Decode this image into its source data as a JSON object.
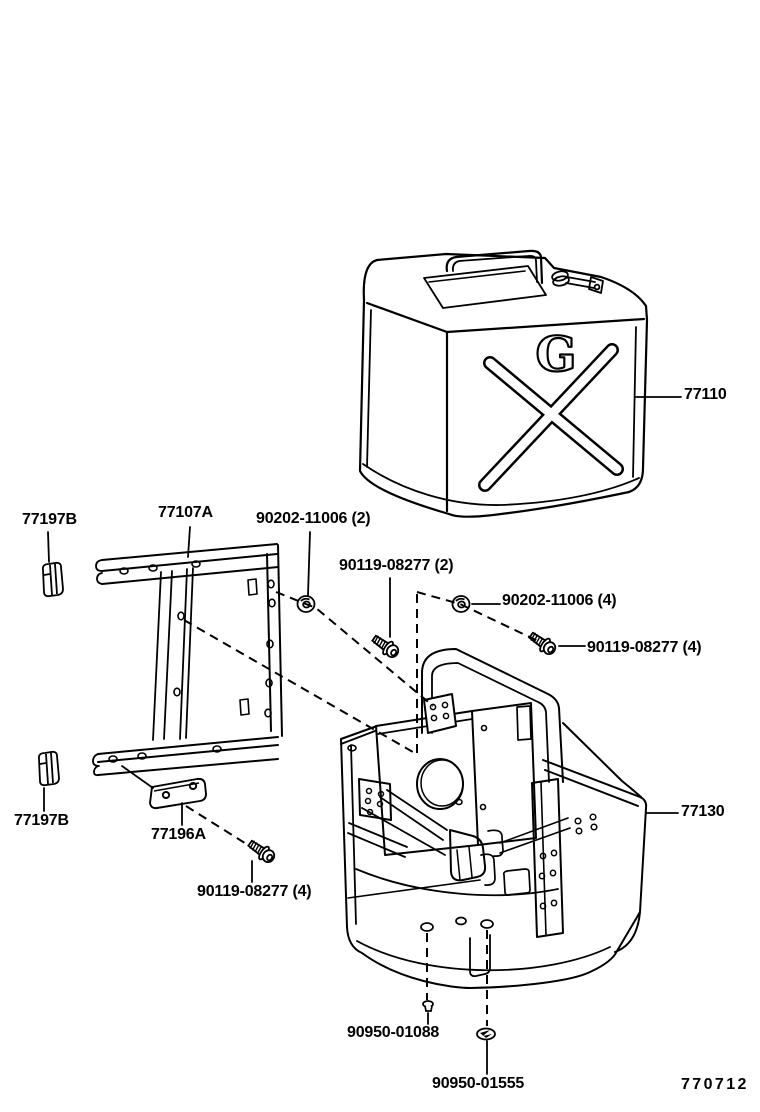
{
  "figure": {
    "number": "770712",
    "can_marking": "G"
  },
  "part_labels": {
    "fuel_can": "77110",
    "mounting_frame": "77107A",
    "carrier": "77130",
    "clip_upper": "77197B",
    "clip_lower": "77197B",
    "support_bracket": "77196A",
    "nut_pair": "90202-11006 (2)",
    "nut_quad": "90202-11006 (4)",
    "bolt_pair": "90119-08277 (2)",
    "bolt_quad_right": "90119-08277 (4)",
    "bolt_quad_lower": "90119-08277 (4)",
    "plug": "90950-01088",
    "grommet": "90950-01555"
  }
}
